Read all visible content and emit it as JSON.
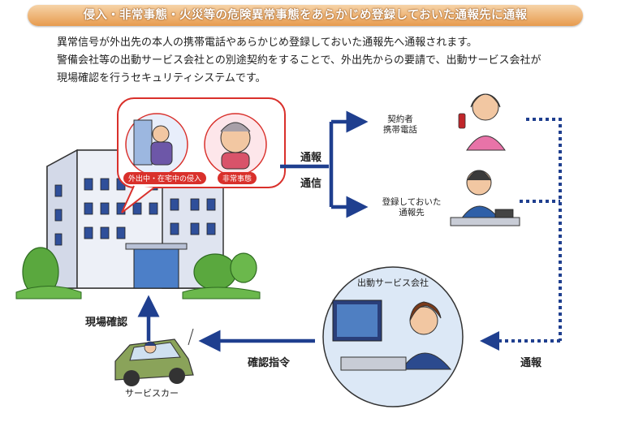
{
  "title": "侵入・非常事態・火災等の危険異常事態をあらかじめ登録しておいた通報先に通報",
  "intro": [
    "異常信号が外出先の本人の携帯電話やあらかじめ登録しておいた通報先へ通報されます。",
    "警備会社等の出動サービス会社との別途契約をすることで、外出先からの要請で、出動サービス会社が",
    "現場確認を行うセキュリティシステムです。"
  ],
  "bubble": {
    "intrusion_label": "外出中・在宅中の侵入",
    "emergency_label": "非常事態"
  },
  "flow": {
    "notify": "通報",
    "communicate": "通信"
  },
  "recipients": {
    "contractor": [
      "契約者",
      "携帯電話"
    ],
    "registered": [
      "登録しておいた",
      "通報先"
    ]
  },
  "service_company": "出動サービス会社",
  "notify_back": "通報",
  "confirm_order": "確認指令",
  "site_check": "現場確認",
  "service_car": "サービスカー",
  "colors": {
    "accent": "#e79b4e",
    "arrow": "#1f3f8f",
    "bubble_border": "#d9302b",
    "badge": "#d9302b"
  }
}
